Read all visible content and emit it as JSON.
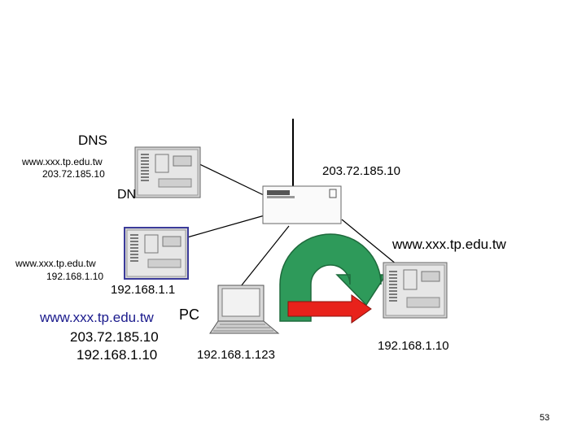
{
  "labels": {
    "dns_label": "DNS",
    "dns_host": "www.xxx.tp.edu.tw",
    "dns_public_ip": "203.72.185.10",
    "dn_label": "DN",
    "router_ip": "203.72.185.10",
    "internal_dns_host": "www.xxx.tp.edu.tw",
    "internal_dns_ip": "192.168.1.10",
    "gateway_ip": "192.168.1.1",
    "record_host": "www.xxx.tp.edu.tw",
    "record_public_ip": "203.72.185.10",
    "record_private_ip": "192.168.1.10",
    "pc_label": "PC",
    "pc_ip": "192.168.1.123",
    "web_server_host": "www.xxx.tp.edu.tw",
    "web_server_ip": "192.168.1.10",
    "page_number": "53"
  },
  "colors": {
    "record_host_blue": "#1a1a8c",
    "u_turn_arrow_green": "#2e9a5a",
    "redirect_arrow_red": "#e8221b"
  }
}
